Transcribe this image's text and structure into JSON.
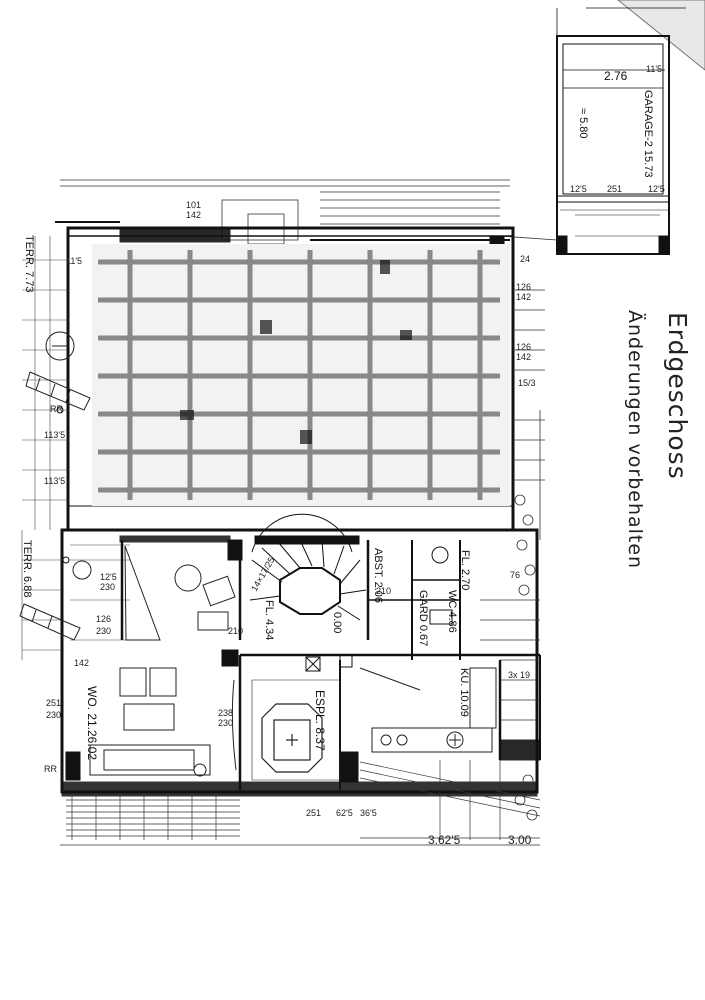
{
  "title": {
    "main": "Erdgeschoss",
    "sub": "Änderungen vorbehalten"
  },
  "garage": {
    "label": "GARAGE-2 15.73",
    "width": "2.76",
    "depth": "≈ 5.80",
    "dim_a": "12'5",
    "dim_b": "251",
    "dim_c": "12'5",
    "dim_top": "11'5"
  },
  "rooms": {
    "ter_top": "TERR. 7.73",
    "ter_bottom": "TERR. 6.88",
    "wohnen": "WO. 21.26.02",
    "flur": "FL. 4.34",
    "abst": "ABST. 2.06",
    "gard": "GARD 0.67",
    "wc": "WC 4.86",
    "fl2": "FL. 2.70",
    "kueche": "KU. 10.09",
    "essplatz": "ESPL. 8.37",
    "stair": "0.00"
  },
  "dims": {
    "d1": "101",
    "d2": "142",
    "d3": "126",
    "d4": "142",
    "d5": "126",
    "d6": "142",
    "d7": "15/3",
    "d8": "RR",
    "d9": "113'5",
    "d10": "113'5",
    "d11": "12'5",
    "d12": "230",
    "d13": "126",
    "d14": "230",
    "d15": "142",
    "d16": "251",
    "d17": "230",
    "d18": "RR",
    "d19": "238",
    "d20": "230",
    "d21": "210",
    "d22": "210",
    "d23": "251",
    "d24": "62'5",
    "d25": "36'5",
    "d26": "3.62'5",
    "d27": "3.00",
    "d28": "3x 19",
    "d29": "76",
    "d30": "24",
    "d31": "11'5"
  }
}
